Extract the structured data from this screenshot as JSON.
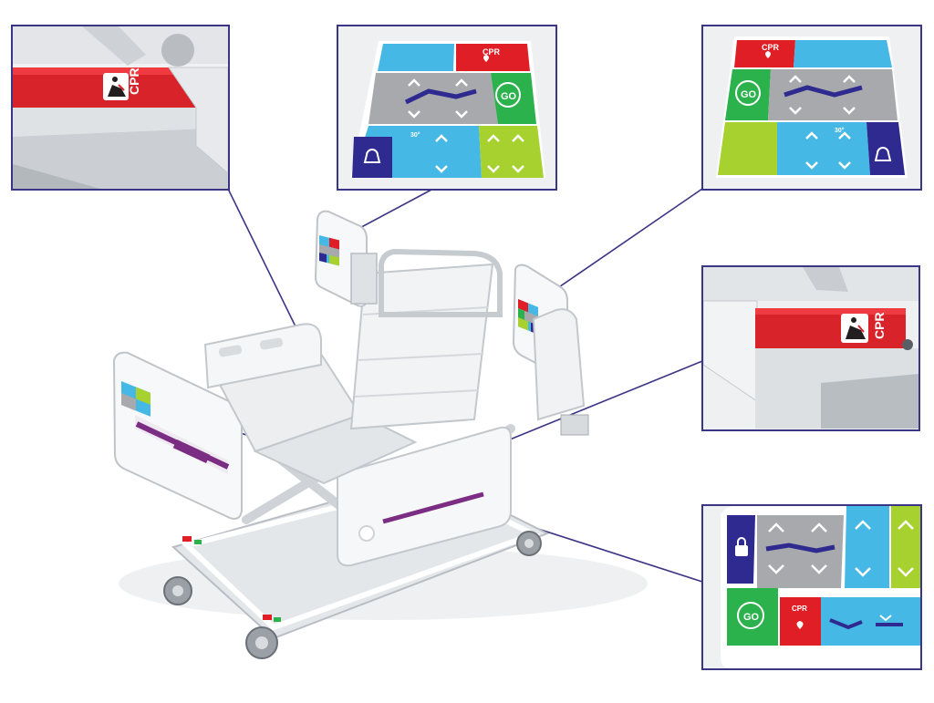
{
  "labels": {
    "cpr": "CPR",
    "go": "GO",
    "angle": "30°"
  },
  "colors": {
    "frame": "#3b3585",
    "cpr_red": "#e01e26",
    "go_green": "#2bb24c",
    "sky_blue": "#45b8e6",
    "lime": "#a6d12e",
    "grey_panel": "#a7a9ac",
    "navy": "#2e2a8f",
    "bed_white": "#f4f5f6",
    "bed_shadow": "#c9cdd1",
    "accent_purple": "#7b2d83"
  },
  "icons": [
    "cpr-icon",
    "heart-icon",
    "go-icon",
    "bell-icon",
    "lock-icon",
    "chevron-up-icon",
    "chevron-down-icon",
    "patient-position-icon"
  ]
}
